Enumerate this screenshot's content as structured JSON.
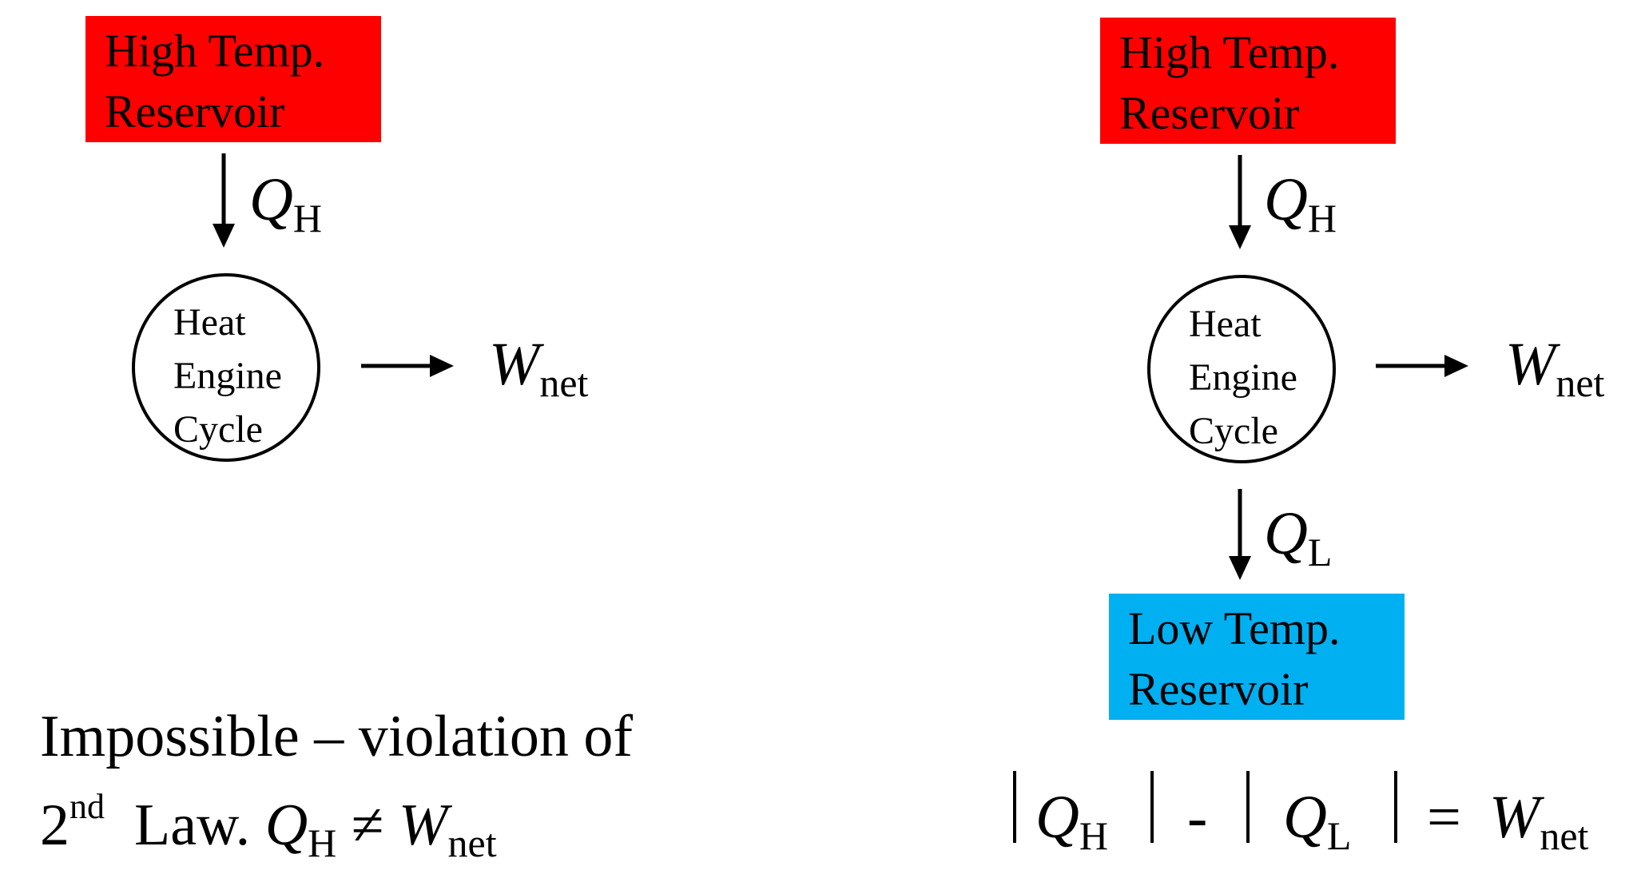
{
  "left": {
    "hot_reservoir": {
      "line1": "High Temp.",
      "line2": "Reservoir",
      "color": "#ff0000"
    },
    "qh": {
      "base": "Q",
      "sub": "H"
    },
    "engine": {
      "line1": "Heat",
      "line2": "Engine",
      "line3": "Cycle"
    },
    "wnet": {
      "base": "W",
      "sub": "net"
    },
    "caption": {
      "line1": "Impossible – violation of",
      "ordinal": "2",
      "ordinal_suffix": "nd",
      "law": "Law.",
      "q_base": "Q",
      "q_sub": "H",
      "neq": "≠",
      "w_base": "W",
      "w_sub": "net"
    }
  },
  "right": {
    "hot_reservoir": {
      "line1": "High Temp.",
      "line2": "Reservoir",
      "color": "#ff0000"
    },
    "qh": {
      "base": "Q",
      "sub": "H"
    },
    "engine": {
      "line1": "Heat",
      "line2": "Engine",
      "line3": "Cycle"
    },
    "wnet": {
      "base": "W",
      "sub": "net"
    },
    "ql": {
      "base": "Q",
      "sub": "L"
    },
    "cold_reservoir": {
      "line1": "Low Temp.",
      "line2": "Reservoir",
      "color": "#00b0f0"
    },
    "equation": {
      "q1_base": "Q",
      "q1_sub": "H",
      "minus": "-",
      "q2_base": "Q",
      "q2_sub": "L",
      "equals": "=",
      "w_base": "W",
      "w_sub": "net"
    }
  }
}
